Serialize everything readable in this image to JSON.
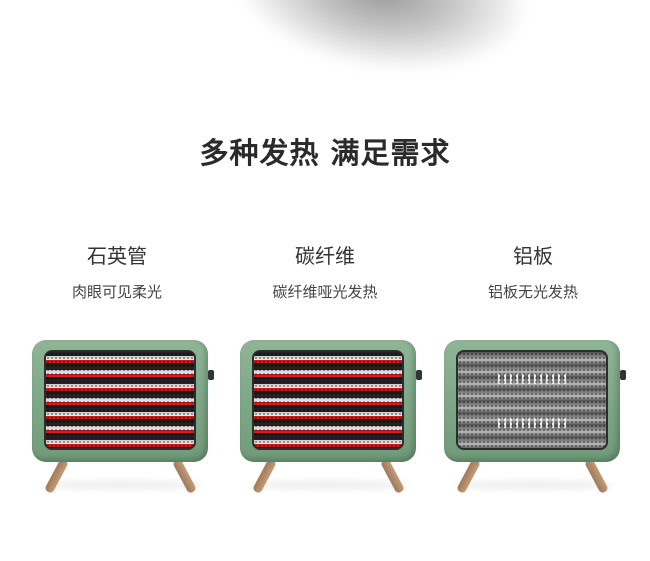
{
  "title": "多种发热 满足需求",
  "products": [
    {
      "name": "石英管",
      "desc": "肉眼可见柔光"
    },
    {
      "name": "碳纤维",
      "desc": "碳纤维哑光发热"
    },
    {
      "name": "铝板",
      "desc": "铝板无光发热"
    }
  ],
  "colors": {
    "body": "#7fa886",
    "legs": "#b58c69",
    "glow": "#d81c1c"
  }
}
